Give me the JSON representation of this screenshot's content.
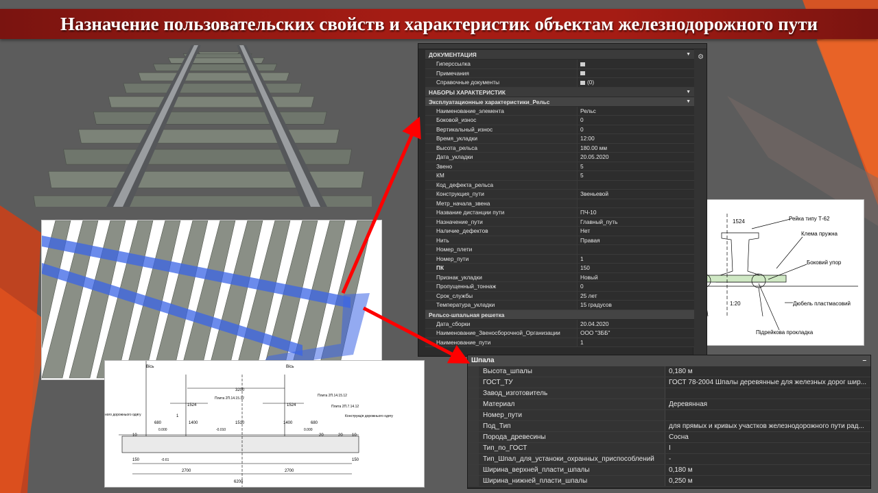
{
  "title": "Назначение пользовательских свойств и характеристик объектам железнодорожного пути",
  "colors": {
    "title_bg": "#a51c14",
    "arrow": "#ff0000",
    "panel_bg": "#2b2b2b",
    "highlight": "#3a64e6"
  },
  "properties_panel": {
    "sections": [
      {
        "header": "ДОКУМЕНТАЦИЯ",
        "rows": [
          {
            "key": "Гиперссылка",
            "value": ""
          },
          {
            "key": "Примечания",
            "value": ""
          },
          {
            "key": "Справочные документы",
            "value": "(0)"
          }
        ]
      }
    ],
    "sets_header": "НАБОРЫ ХАРАКТЕРИСТИК",
    "rail_header": "Эксплуатационные характеристики_Рельс",
    "rail_rows": [
      {
        "key": "Наименование_элемента",
        "value": "Рельс"
      },
      {
        "key": "Боковой_износ",
        "value": "0"
      },
      {
        "key": "Вертикальный_износ",
        "value": "0"
      },
      {
        "key": "Время_укладки",
        "value": "12:00"
      },
      {
        "key": "Высота_рельса",
        "value": "180.00 мм"
      },
      {
        "key": "Дата_укладки",
        "value": "20.05.2020"
      },
      {
        "key": "Звено",
        "value": "5"
      },
      {
        "key": "КМ",
        "value": "5"
      },
      {
        "key": "Код_дефекта_рельса",
        "value": ""
      },
      {
        "key": "Конструкция_пути",
        "value": "Звеньевой"
      },
      {
        "key": "Метр_начала_звена",
        "value": ""
      },
      {
        "key": "Название дистанции пути",
        "value": "ПЧ-10"
      },
      {
        "key": "Назначение_пути",
        "value": "Главный_путь"
      },
      {
        "key": "Наличие_дефектов",
        "value": "Нет"
      },
      {
        "key": "Нить",
        "value": "Правая"
      },
      {
        "key": "Номер_плети",
        "value": ""
      },
      {
        "key": "Номер_пути",
        "value": "1"
      },
      {
        "key": "ПК",
        "value": "150"
      },
      {
        "key": "Признак_укладки",
        "value": "Новый"
      },
      {
        "key": "Пропущенный_тоннаж",
        "value": "0"
      },
      {
        "key": "Срок_службы",
        "value": "25 лет"
      },
      {
        "key": "Температура_укладки",
        "value": "15 градусов"
      }
    ],
    "grid_header": "Рельсо-шпальная решетка",
    "grid_rows": [
      {
        "key": "Дата_сборки",
        "value": "20.04.2020"
      },
      {
        "key": "Наименование_Звеносборочной_Организации",
        "value": "ООО \"ЗББ\""
      },
      {
        "key": "Наименование_пути",
        "value": "1"
      }
    ]
  },
  "sleeper_panel": {
    "header": "Шпала",
    "minimize": "–",
    "rows": [
      {
        "key": "Высота_шпалы",
        "value": "0,180 м"
      },
      {
        "key": "ГОСТ_ТУ",
        "value": "ГОСТ 78-2004 Шпалы деревянные для железных дорог шир..."
      },
      {
        "key": "Завод_изготовитель",
        "value": ""
      },
      {
        "key": "Материал",
        "value": "Деревянная"
      },
      {
        "key": "Номер_пути",
        "value": ""
      },
      {
        "key": "Под_Тип",
        "value": "для прямых и кривых участков железнодорожного пути рад..."
      },
      {
        "key": "Порода_древесины",
        "value": "Сосна"
      },
      {
        "key": "Тип_по_ГОСТ",
        "value": "I"
      },
      {
        "key": "Тип_Шпал_для_устаноки_охранных_приспособлений",
        "value": "-"
      },
      {
        "key": "Ширина_верхней_пласти_шпалы",
        "value": "0,180 м"
      },
      {
        "key": "Ширина_нижней_пласти_шпалы",
        "value": "0,250 м"
      }
    ]
  },
  "profile_drawing": {
    "gauge": "1524",
    "slope": "1:20",
    "labels": [
      "Рейка типу Т-62",
      "Клема пружна",
      "Боковий упор",
      "Дюбель пластмасовий",
      "Підрейкова прокладка"
    ]
  },
  "bottom_drawing": {
    "dims_top": [
      "3200",
      "1524",
      "1524"
    ],
    "dims_mid": [
      "680",
      "1400",
      "1510",
      "1400",
      "680"
    ],
    "dims_bottom": [
      "2700",
      "2700"
    ],
    "total": "6200",
    "side": [
      "10",
      "150",
      "10",
      "150",
      "20"
    ],
    "marks": [
      "0.000",
      "-0.010",
      "0.000",
      "-0.61"
    ],
    "labels": {
      "left_road": "ного дорожнього одягу",
      "right_road": "Конструкція дорожнього одягу",
      "slab1": "Плита 2П.14.15.12",
      "slab2": "Плита 2П.14.15.12",
      "slab3": "Плита 2П.7.14.12",
      "axis": "Вісь",
      "num1": "1",
      "num2": "20"
    }
  }
}
